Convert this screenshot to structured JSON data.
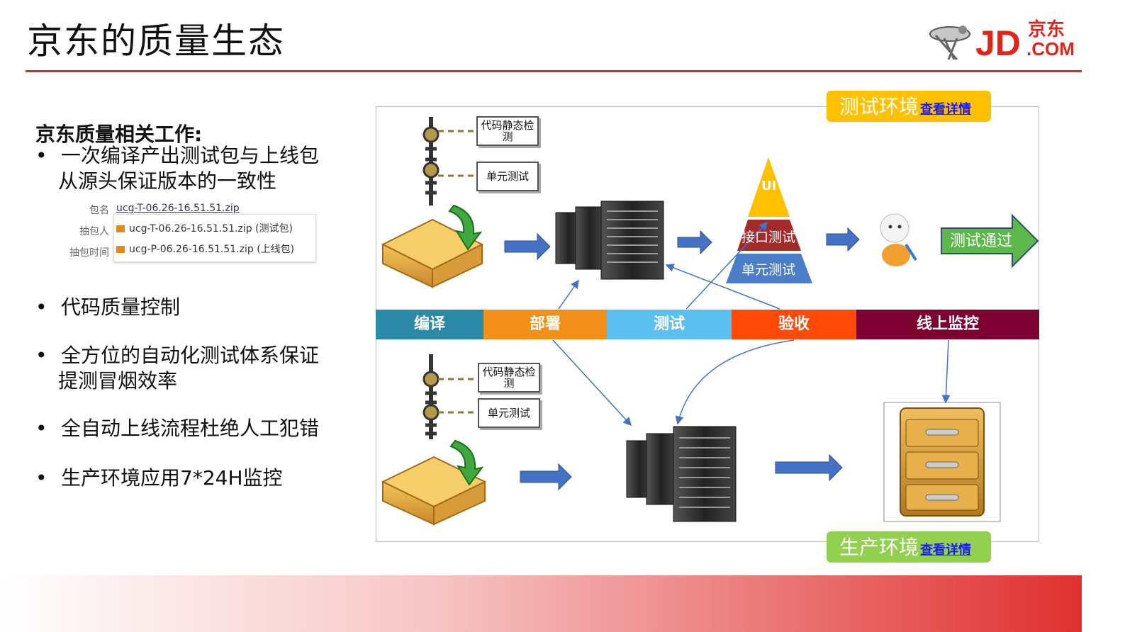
{
  "title": "京东的质量生态",
  "logo": {
    "brand": "JD",
    "cn": "京东",
    "suffix": ".COM",
    "color": "#e1251b"
  },
  "left": {
    "heading": "京东质量相关工作:",
    "bullets": [
      {
        "line1": "一次编译产出测试包与上线包",
        "line2": "从源头保证版本的一致性"
      },
      {
        "line1": "代码质量控制"
      },
      {
        "line1": "全方位的自动化测试体系保证",
        "line2": "提测冒烟效率"
      },
      {
        "line1": "全自动上线流程杜绝人工犯错"
      },
      {
        "line1": "生产环境应用7*24H监控"
      }
    ],
    "bullet_symbol": "•",
    "package": {
      "label_pkg": "包名",
      "value_pkg": "ucg-T-06.26-16.51.51.zip",
      "label_person": "抽包人",
      "label_time": "抽包时间",
      "file_test": "ucg-T-06.26-16.51.51.zip (测试包)",
      "file_prod": "ucg-P-06.26-16.51.51.zip (上线包)"
    }
  },
  "diagram": {
    "env_test": {
      "label": "测试环境",
      "link": "查看详情",
      "color": "#ffc000"
    },
    "env_prod": {
      "label": "生产环境",
      "link": "查看详情",
      "color": "#92d050"
    },
    "stages": [
      {
        "label": "编译",
        "color": "#2a8aa8"
      },
      {
        "label": "部署",
        "color": "#f39019"
      },
      {
        "label": "测试",
        "color": "#5bc0f0"
      },
      {
        "label": "验收",
        "color": "#ff4a0a"
      },
      {
        "label": "线上监控",
        "color": "#7c0030"
      }
    ],
    "tags": {
      "static_check": "代码静态检测",
      "unit_test": "单元测试"
    },
    "pyramid": {
      "top": "UI",
      "middle": "接口测试",
      "bottom": "单元测试",
      "colors": {
        "top": "#ffc000",
        "middle": "#a52a2a",
        "bottom": "#4a7ec8"
      }
    },
    "pass_label": "测试通过",
    "pass_color": "#5cb84a",
    "arrow_color": "#4472c4"
  }
}
